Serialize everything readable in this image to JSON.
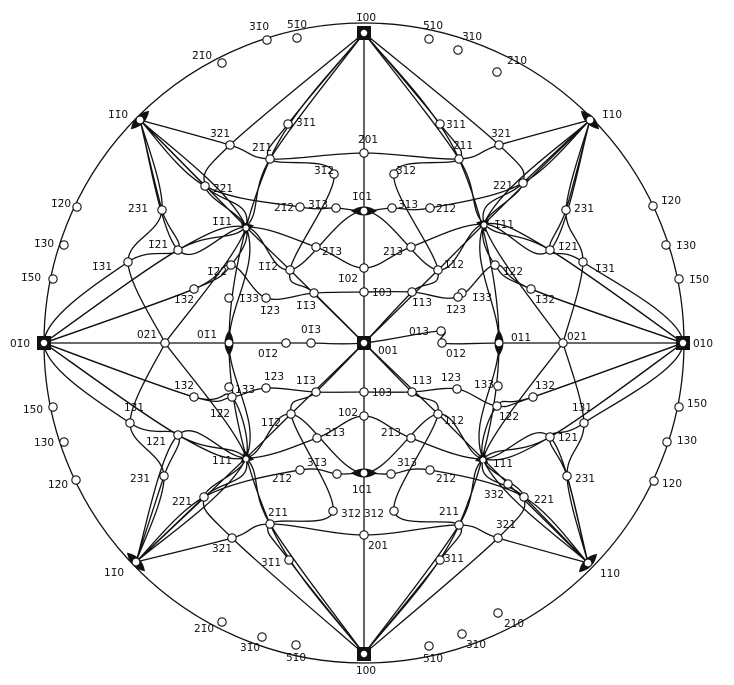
{
  "diagram": {
    "colors": {
      "ink": "#111111",
      "paper": "#ffffff"
    },
    "symbols": {
      "fourfold": "filled-square-with-white-dot",
      "threefold": "filled-triangle-with-white-dot",
      "twofold": "filled-lens-with-white-dot"
    },
    "poles": [
      {
        "label": "1̄00",
        "sym": "square"
      },
      {
        "label": "100",
        "sym": "square"
      },
      {
        "label": "01̄0",
        "sym": "square"
      },
      {
        "label": "010",
        "sym": "square"
      },
      {
        "label": "001",
        "sym": "square"
      },
      {
        "label": "1̄1̄0",
        "sym": "lens"
      },
      {
        "label": "1̄10",
        "sym": "lens"
      },
      {
        "label": "11̄0",
        "sym": "lens"
      },
      {
        "label": "110",
        "sym": "lens"
      },
      {
        "label": "1̄01",
        "sym": "lens"
      },
      {
        "label": "101",
        "sym": "lens"
      },
      {
        "label": "01̄1",
        "sym": "lens"
      },
      {
        "label": "011",
        "sym": "lens"
      },
      {
        "label": "1̄1̄1",
        "sym": "tri"
      },
      {
        "label": "1̄11",
        "sym": "tri"
      },
      {
        "label": "11̄1",
        "sym": "tri"
      },
      {
        "label": "111",
        "sym": "tri"
      },
      {
        "label": "5̄10",
        "sym": "dot"
      },
      {
        "label": "3̄10",
        "sym": "dot"
      },
      {
        "label": "2̄10",
        "sym": "dot"
      },
      {
        "label": "3̄1̄0",
        "sym": "dot"
      },
      {
        "label": "5̄1̄0",
        "sym": "dot"
      },
      {
        "label": "2̄1̄0",
        "sym": "dot"
      },
      {
        "label": "1̄20",
        "sym": "dot"
      },
      {
        "label": "1̄30",
        "sym": "dot"
      },
      {
        "label": "1̄50",
        "sym": "dot"
      },
      {
        "label": "1̄2̄0",
        "sym": "dot"
      },
      {
        "label": "1̄3̄0",
        "sym": "dot"
      },
      {
        "label": "1̄5̄0",
        "sym": "dot"
      },
      {
        "label": "150",
        "sym": "dot"
      },
      {
        "label": "130",
        "sym": "dot"
      },
      {
        "label": "120",
        "sym": "dot"
      },
      {
        "label": "15̄0",
        "sym": "dot"
      },
      {
        "label": "13̄0",
        "sym": "dot"
      },
      {
        "label": "12̄0",
        "sym": "dot"
      },
      {
        "label": "210",
        "sym": "dot"
      },
      {
        "label": "310",
        "sym": "dot"
      },
      {
        "label": "510",
        "sym": "dot"
      },
      {
        "label": "21̄0",
        "sym": "dot"
      },
      {
        "label": "31̄0",
        "sym": "dot"
      },
      {
        "label": "51̄0",
        "sym": "dot"
      },
      {
        "label": "3̄1̄1",
        "sym": "dot"
      },
      {
        "label": "3̄11",
        "sym": "dot"
      },
      {
        "label": "3̄2̄1",
        "sym": "dot"
      },
      {
        "label": "3̄21",
        "sym": "dot"
      },
      {
        "label": "2̄1̄1",
        "sym": "dot"
      },
      {
        "label": "2̄11",
        "sym": "dot"
      },
      {
        "label": "2̄01",
        "sym": "dot"
      },
      {
        "label": "3̄1̄2",
        "sym": "dot"
      },
      {
        "label": "3̄12",
        "sym": "dot"
      },
      {
        "label": "2̄2̄1",
        "sym": "dot"
      },
      {
        "label": "2̄21",
        "sym": "dot"
      },
      {
        "label": "2̄3̄1",
        "sym": "dot"
      },
      {
        "label": "2̄31",
        "sym": "dot"
      },
      {
        "label": "2̄1̄2",
        "sym": "dot"
      },
      {
        "label": "2̄12",
        "sym": "dot"
      },
      {
        "label": "3̄1̄3",
        "sym": "dot"
      },
      {
        "label": "3̄13",
        "sym": "dot"
      },
      {
        "label": "2̄1̄3",
        "sym": "dot"
      },
      {
        "label": "2̄13",
        "sym": "dot"
      },
      {
        "label": "1̄2̄1",
        "sym": "dot"
      },
      {
        "label": "1̄21",
        "sym": "dot"
      },
      {
        "label": "1̄3̄1",
        "sym": "dot"
      },
      {
        "label": "1̄31",
        "sym": "dot"
      },
      {
        "label": "1̄2̄2",
        "sym": "dot"
      },
      {
        "label": "1̄22",
        "sym": "dot"
      },
      {
        "label": "1̄1̄2",
        "sym": "dot"
      },
      {
        "label": "1̄12",
        "sym": "dot"
      },
      {
        "label": "1̄02",
        "sym": "dot"
      },
      {
        "label": "1̄03",
        "sym": "dot"
      },
      {
        "label": "1̄3̄2",
        "sym": "dot"
      },
      {
        "label": "1̄32",
        "sym": "dot"
      },
      {
        "label": "1̄3̄3",
        "sym": "dot"
      },
      {
        "label": "1̄33",
        "sym": "dot"
      },
      {
        "label": "1̄2̄3",
        "sym": "dot"
      },
      {
        "label": "1̄23",
        "sym": "dot"
      },
      {
        "label": "1̄1̄3",
        "sym": "dot"
      },
      {
        "label": "1̄13",
        "sym": "dot"
      },
      {
        "label": "02̄1",
        "sym": "dot"
      },
      {
        "label": "01̄3",
        "sym": "dot"
      },
      {
        "label": "01̄2",
        "sym": "dot"
      },
      {
        "label": "013",
        "sym": "dot"
      },
      {
        "label": "012",
        "sym": "dot"
      },
      {
        "label": "021",
        "sym": "dot"
      },
      {
        "label": "13̄2",
        "sym": "dot"
      },
      {
        "label": "13̄1",
        "sym": "dot"
      },
      {
        "label": "12̄1",
        "sym": "dot"
      },
      {
        "label": "12̄2",
        "sym": "dot"
      },
      {
        "label": "13̄3",
        "sym": "dot"
      },
      {
        "label": "12̄3",
        "sym": "dot"
      },
      {
        "label": "11̄3",
        "sym": "dot"
      },
      {
        "label": "11̄2",
        "sym": "dot"
      },
      {
        "label": "102",
        "sym": "dot"
      },
      {
        "label": "103",
        "sym": "dot"
      },
      {
        "label": "113",
        "sym": "dot"
      },
      {
        "label": "123",
        "sym": "dot"
      },
      {
        "label": "133",
        "sym": "dot"
      },
      {
        "label": "132",
        "sym": "dot"
      },
      {
        "label": "131",
        "sym": "dot"
      },
      {
        "label": "121",
        "sym": "dot"
      },
      {
        "label": "122",
        "sym": "dot"
      },
      {
        "label": "112",
        "sym": "dot"
      },
      {
        "label": "213",
        "sym": "dot"
      },
      {
        "label": "21̄3",
        "sym": "dot"
      },
      {
        "label": "313",
        "sym": "dot"
      },
      {
        "label": "31̄3",
        "sym": "dot"
      },
      {
        "label": "212",
        "sym": "dot"
      },
      {
        "label": "21̄2",
        "sym": "dot"
      },
      {
        "label": "332",
        "sym": "dot"
      },
      {
        "label": "221",
        "sym": "dot"
      },
      {
        "label": "22̄1",
        "sym": "dot"
      },
      {
        "label": "231",
        "sym": "dot"
      },
      {
        "label": "23̄1",
        "sym": "dot"
      },
      {
        "label": "312",
        "sym": "dot"
      },
      {
        "label": "31̄2",
        "sym": "dot"
      },
      {
        "label": "211",
        "sym": "dot"
      },
      {
        "label": "21̄1",
        "sym": "dot"
      },
      {
        "label": "201",
        "sym": "dot"
      },
      {
        "label": "311",
        "sym": "dot"
      },
      {
        "label": "31̄1",
        "sym": "dot"
      },
      {
        "label": "321",
        "sym": "dot"
      },
      {
        "label": "32̄1",
        "sym": "dot"
      }
    ]
  }
}
